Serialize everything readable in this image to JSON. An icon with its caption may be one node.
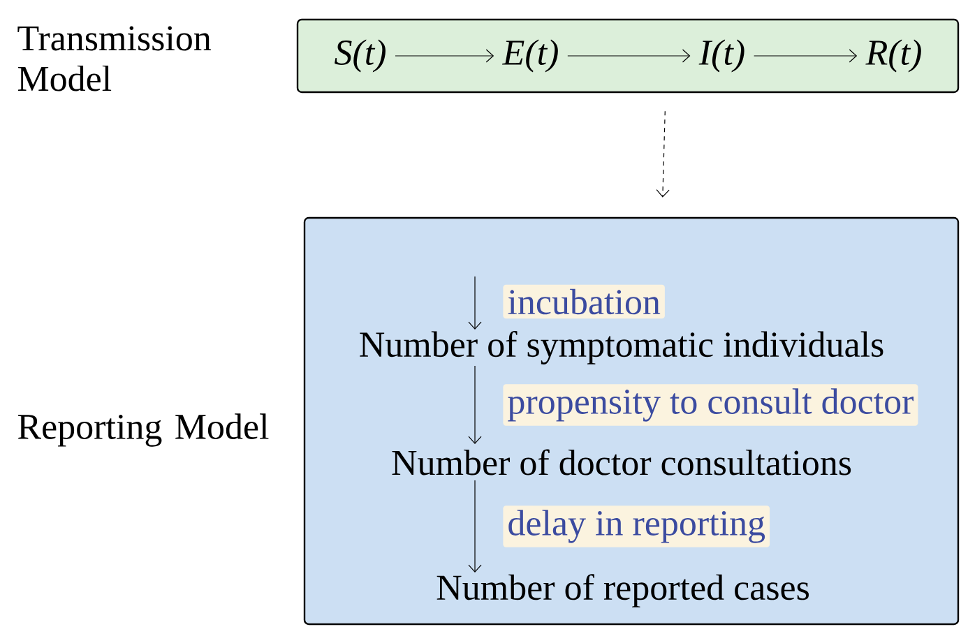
{
  "diagram": {
    "nodes": [
      {
        "text": [
          "Transmission Model"
        ]
      },
      {
        "text": [
          "S(t)"
        ],
        "in": 0
      },
      {
        "text": [
          "E(t)"
        ],
        "in": 0
      },
      {
        "text": [
          "I(t)"
        ],
        "in": 0
      },
      {
        "text": [
          "R(t)"
        ],
        "in": 0
      },
      {
        "text": [
          "Reporting Model"
        ]
      },
      {
        "text": [
          "Number of symptomatic individuals"
        ],
        "in": 5
      },
      {
        "text": [
          "Number of doctor consultations"
        ],
        "in": 5
      },
      {
        "text": [
          "Number of reported cases"
        ],
        "in": 5
      }
    ],
    "edges": [
      {
        "from": 1,
        "to": 2,
        "arrow": "to"
      },
      {
        "from": 2,
        "to": 3,
        "arrow": "to"
      },
      {
        "from": 3,
        "to": 4,
        "arrow": "to"
      },
      {
        "from": 0,
        "to": 5,
        "arrow": "to",
        "style": "dashed"
      },
      {
        "from": null,
        "to": 6,
        "arrow": "to",
        "label": "incubation"
      },
      {
        "from": 6,
        "to": 7,
        "arrow": "to",
        "label": "propensity to consult doctor"
      },
      {
        "from": 7,
        "to": 8,
        "arrow": "to",
        "label": "delay in reporting"
      }
    ]
  }
}
